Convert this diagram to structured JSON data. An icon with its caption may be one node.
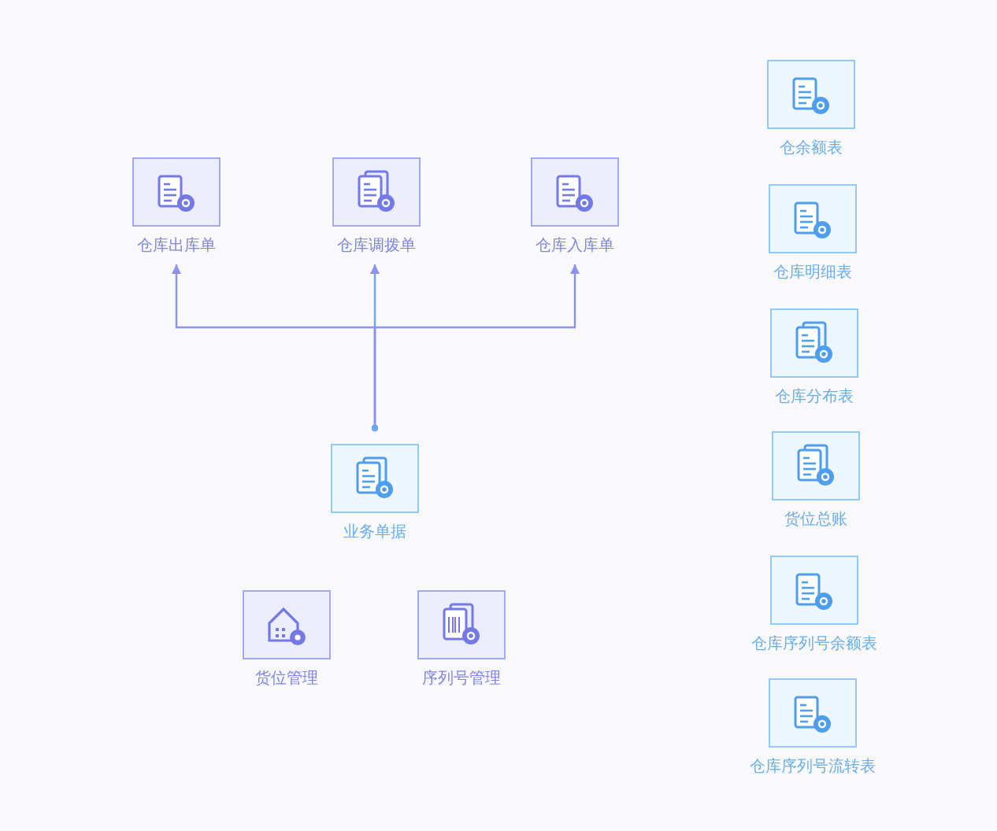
{
  "diagram": {
    "nodes": [
      {
        "text": [
          "仓库出库单"
        ]
      },
      {
        "text": [
          "仓库调拨单"
        ]
      },
      {
        "text": [
          "仓库入库单"
        ]
      },
      {
        "text": [
          "业务单据"
        ]
      },
      {
        "text": [
          "货位管理"
        ]
      },
      {
        "text": [
          "序列号管理"
        ]
      },
      {
        "text": [
          "仓余额表"
        ]
      },
      {
        "text": [
          "仓库明细表"
        ]
      },
      {
        "text": [
          "仓库分布表"
        ]
      },
      {
        "text": [
          "货位总账"
        ]
      },
      {
        "text": [
          "仓库序列号余额表"
        ]
      },
      {
        "text": [
          "仓库序列号流转表"
        ]
      }
    ],
    "edges": [
      {
        "from": 3,
        "to": 0,
        "arrow": "to"
      },
      {
        "from": 3,
        "to": 1,
        "arrow": "to"
      },
      {
        "from": 3,
        "to": 2,
        "arrow": "to"
      }
    ]
  }
}
